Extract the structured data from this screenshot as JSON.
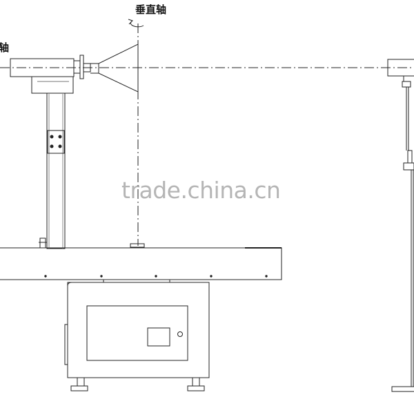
{
  "labels": {
    "vertical_axis": "垂直轴",
    "horizontal_axis": "轴"
  },
  "watermark": "trade.china.cn",
  "colors": {
    "line": "#222222",
    "light_line": "#555555",
    "watermark": "#8c8c8c",
    "background": "#ffffff"
  },
  "icons": {
    "rotation_arrow": "rotation-arrow-icon"
  }
}
